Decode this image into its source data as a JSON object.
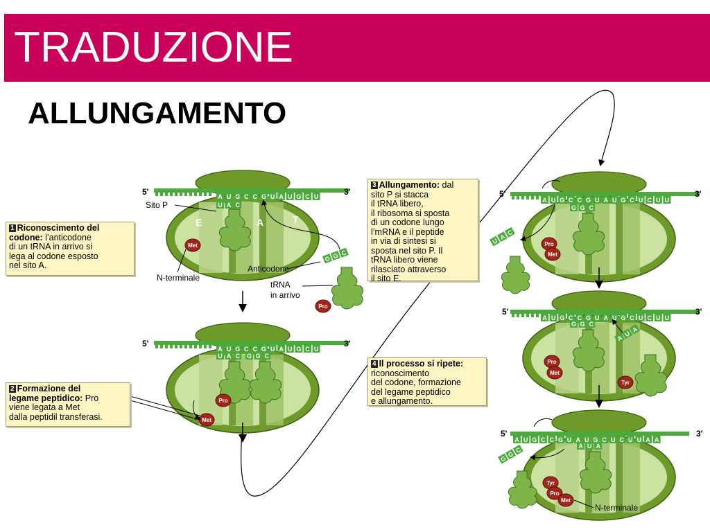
{
  "title": "TRADUZIONE",
  "subtitle": "ALLUNGAMENTO",
  "prime5": "5'",
  "prime3": "3'",
  "sites": {
    "e": "E",
    "a": "A",
    "t": "T"
  },
  "labels": {
    "sito_p": "Sito P",
    "anticodone": "Anticodone",
    "trna_line1": "tRNA",
    "trna_line2": "in arrivo",
    "n_terminale_1": "N-terminale",
    "n_terminale_2": "N-terminale"
  },
  "amino": {
    "met": "Met",
    "pro": "Pro",
    "tyr": "Tyr"
  },
  "steps": [
    {
      "num": "1",
      "head": "Riconoscimento del codone:",
      "lines": [
        "Riconoscimento del",
        "codone: l’anticodone",
        "di un tRNA in arrivo si",
        "lega al codone esposto",
        "nel sito A."
      ]
    },
    {
      "num": "2",
      "head": "Formazione del legame peptidico:",
      "lines": [
        "Formazione del",
        "legame peptidico: Pro",
        "viene legata a Met",
        "dalla peptidil transferasi."
      ]
    },
    {
      "num": "3",
      "head": "Allungamento:",
      "lines": [
        "Allungamento: dal",
        "sito P si stacca",
        "il tRNA libero,",
        "il ribosoma si sposta",
        "di un codone lungo",
        "l’mRNA e il peptide",
        "in via di sintesi si",
        "sposta nel sito P. Il",
        "tRNA libero viene",
        "rilasciato attraverso",
        "il sito E."
      ]
    },
    {
      "num": "4",
      "head": "Il processo si ripete:",
      "lines": [
        "Il processo si ripete:",
        "riconoscimento",
        "del codone, formazione",
        "del legame peptidico",
        "e allungamento."
      ]
    }
  ],
  "mrna": {
    "panel1": [
      "A",
      "U",
      "G",
      "C",
      "C",
      "G",
      "U",
      "A",
      "U",
      "G",
      "C",
      "U"
    ],
    "panel2": [
      "A",
      "U",
      "G",
      "C",
      "C",
      "G",
      "U",
      "A",
      "U",
      "G",
      "C",
      "U"
    ],
    "panel3": [
      "A",
      "U",
      "G",
      "C",
      "C",
      "G",
      "U",
      "A",
      "U",
      "G",
      "C",
      "U",
      "C",
      "U",
      "U"
    ],
    "panel4": [
      "A",
      "U",
      "G",
      "C",
      "C",
      "G",
      "U",
      "A",
      "U",
      "G",
      "C",
      "U",
      "C",
      "U",
      "U"
    ],
    "panel5": [
      "A",
      "U",
      "G",
      "C",
      "C",
      "G",
      "U",
      "A",
      "U",
      "G",
      "C",
      "U",
      "C",
      "U",
      "U",
      "A",
      "A"
    ]
  },
  "anticodons": {
    "uac": [
      "U",
      "A",
      "C"
    ],
    "ggc": [
      "G",
      "G",
      "C"
    ],
    "aua": [
      "A",
      "U",
      "A"
    ]
  }
}
